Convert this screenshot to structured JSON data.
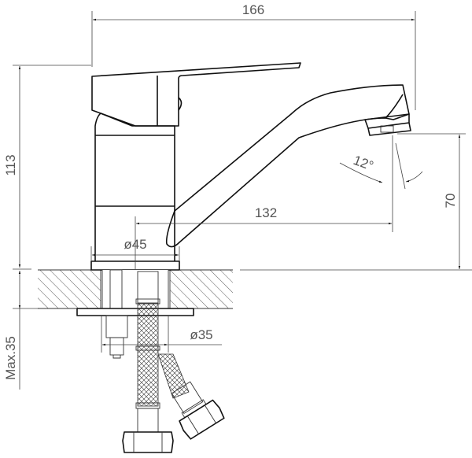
{
  "drawing": {
    "subject": "single-lever faucet technical drawing",
    "dimensions": {
      "overall_width": "166",
      "height": "113",
      "spout_reach": "132",
      "body_diameter": "ø45",
      "spout_outlet_height": "70",
      "spout_angle": "12°",
      "mounting_hole_diameter": "ø35",
      "max_countertop_thickness": "Max.35"
    },
    "colors": {
      "line": "#111111",
      "dimension_text": "#555555",
      "background": "#ffffff"
    }
  }
}
